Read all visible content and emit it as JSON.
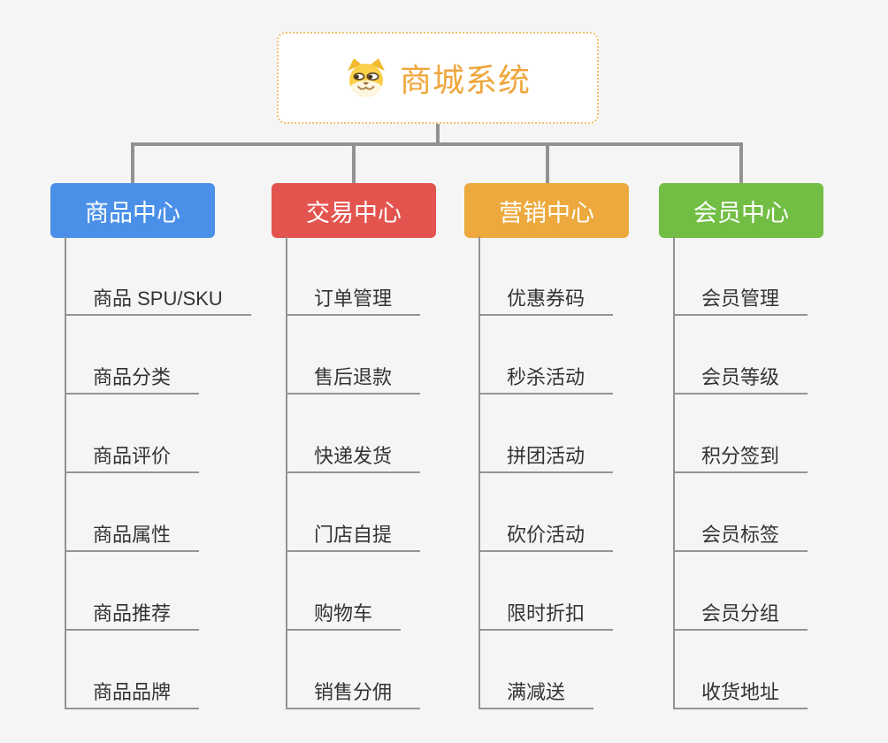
{
  "root": {
    "title": "商城系统",
    "icon": "shiba-dog-icon",
    "title_color": "#f0a63c",
    "border_color": "#f2c06e"
  },
  "colors": {
    "background": "#f5f5f5",
    "connector": "#929292",
    "item_text": "#333333"
  },
  "branches": [
    {
      "label": "商品中心",
      "color": "#4a90e8",
      "items": [
        "商品 SPU/SKU",
        "商品分类",
        "商品评价",
        "商品属性",
        "商品推荐",
        "商品品牌"
      ]
    },
    {
      "label": "交易中心",
      "color": "#e4544f",
      "items": [
        "订单管理",
        "售后退款",
        "快递发货",
        "门店自提",
        "购物车",
        "销售分佣"
      ]
    },
    {
      "label": "营销中心",
      "color": "#eda93d",
      "items": [
        "优惠券码",
        "秒杀活动",
        "拼团活动",
        "砍价活动",
        "限时折扣",
        "满减送"
      ]
    },
    {
      "label": "会员中心",
      "color": "#72be44",
      "items": [
        "会员管理",
        "会员等级",
        "积分签到",
        "会员标签",
        "会员分组",
        "收货地址"
      ]
    }
  ]
}
